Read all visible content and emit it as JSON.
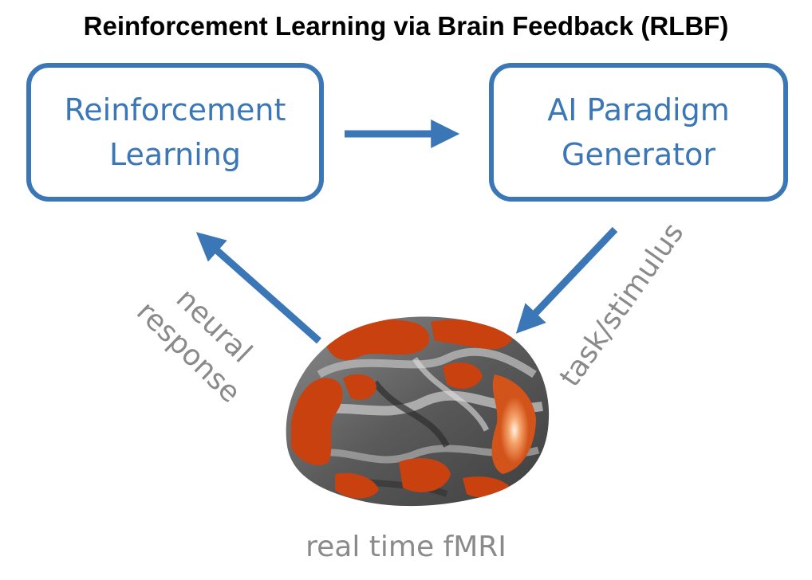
{
  "title": "Reinforcement Learning via Brain Feedback (RLBF)",
  "boxes": {
    "left": {
      "line1": "Reinforcement",
      "line2": "Learning"
    },
    "right": {
      "line1": "AI Paradigm",
      "line2": "Generator"
    }
  },
  "labels": {
    "neural_line1": "neural",
    "neural_line2": "response",
    "task": "task/stimulus",
    "fmri": "real time fMRI"
  },
  "colors": {
    "accent": "#3b76b6",
    "label_gray": "#8a8a8a",
    "activation": "#c8410f",
    "brain_gray": "#6e6e6e"
  }
}
